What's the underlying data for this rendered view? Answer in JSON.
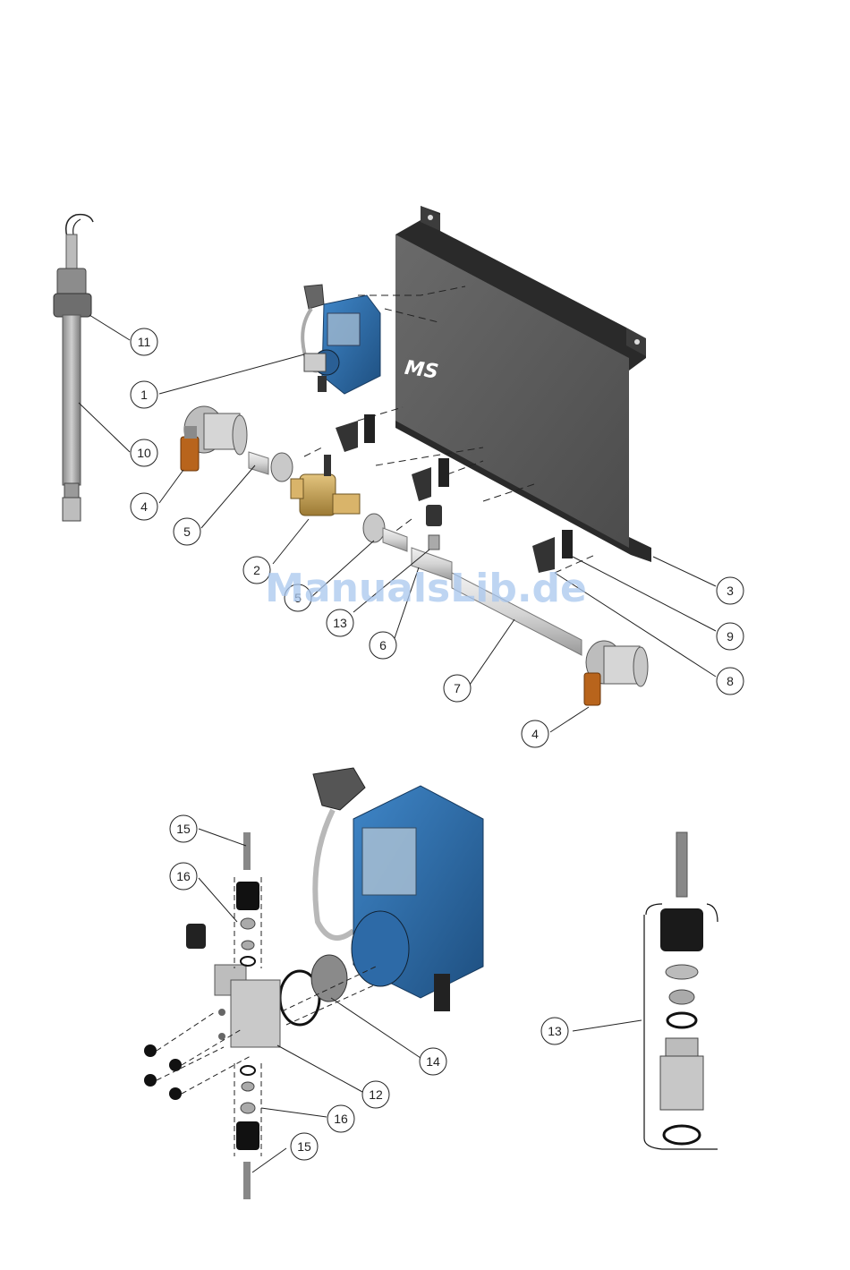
{
  "panel_logo": "MS",
  "watermark": "ManualsLib.de",
  "callouts": [
    {
      "id": "c11",
      "label": "11"
    },
    {
      "id": "c1",
      "label": "1"
    },
    {
      "id": "c10",
      "label": "10"
    },
    {
      "id": "c4a",
      "label": "4"
    },
    {
      "id": "c5a",
      "label": "5"
    },
    {
      "id": "c2",
      "label": "2"
    },
    {
      "id": "c5b",
      "label": "5"
    },
    {
      "id": "c13a",
      "label": "13"
    },
    {
      "id": "c6",
      "label": "6"
    },
    {
      "id": "c7",
      "label": "7"
    },
    {
      "id": "c4b",
      "label": "4"
    },
    {
      "id": "c3",
      "label": "3"
    },
    {
      "id": "c9",
      "label": "9"
    },
    {
      "id": "c8",
      "label": "8"
    },
    {
      "id": "c15a",
      "label": "15"
    },
    {
      "id": "c16a",
      "label": "16"
    },
    {
      "id": "c14",
      "label": "14"
    },
    {
      "id": "c12",
      "label": "12"
    },
    {
      "id": "c16b",
      "label": "16"
    },
    {
      "id": "c15b",
      "label": "15"
    },
    {
      "id": "c13b",
      "label": "13"
    }
  ],
  "colors": {
    "panel": "#5a5a5a",
    "pump_blue": "#2f6ca8",
    "handle_orange": "#b8641c",
    "pipe": "#dcdcdc",
    "brass": "#c9a45a"
  }
}
